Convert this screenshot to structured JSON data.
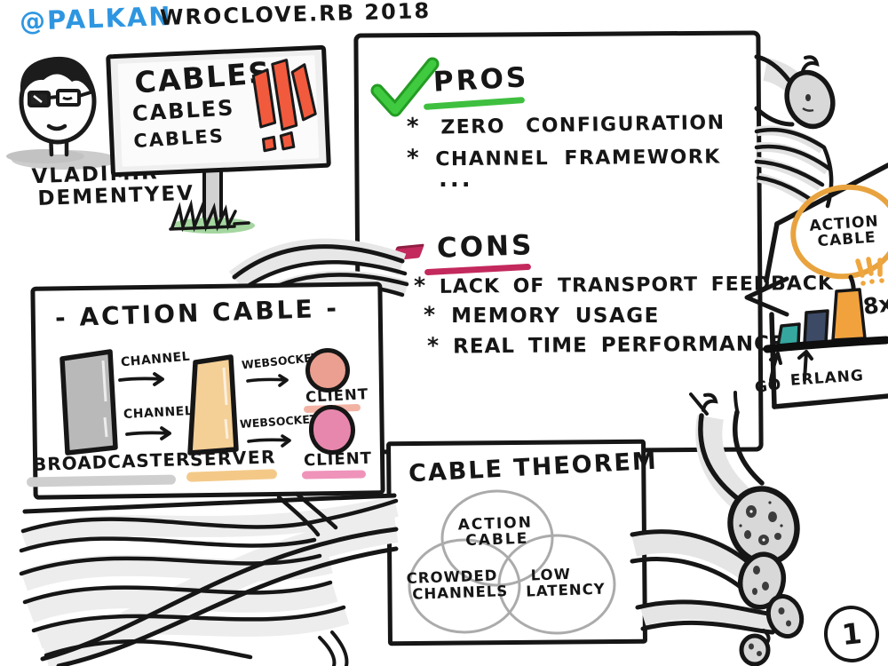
{
  "canvas": {
    "background": "#ffffff",
    "ink": "#161616"
  },
  "header": {
    "handle": "@PALKAN",
    "handle_color": "#2e96e1",
    "title": "WROCLOVE.RB 2018"
  },
  "speaker": {
    "first_name": "VLADIMIR",
    "last_name": "DEMENTYEV"
  },
  "sign": {
    "line1": "CABLES",
    "line2": "CABLES",
    "line3": "CABLES",
    "bars_color": "#f25a3d"
  },
  "pros": {
    "title": "PROS",
    "bullet": "*",
    "items": [
      "ZERO CONFIGURATION",
      "CHANNEL FRAMEWORK"
    ],
    "ellipsis": "...",
    "accent": "#3fbf3f"
  },
  "cons": {
    "title": "CONS",
    "bullet": "*",
    "items": [
      "LACK OF TRANSPORT FEEDBACK",
      "MEMORY USAGE",
      "REAL TIME PERFORMANCE"
    ],
    "accent": "#c3295c"
  },
  "benchmark": {
    "callout_line1": "ACTION",
    "callout_line2": "CABLE",
    "ring_color": "#e8a33f",
    "multiplier": "8x",
    "label_go": "GO",
    "label_erlang": "ERLANG"
  },
  "flow": {
    "title": "- ACTION CABLE -",
    "channel_label_1": "CHANNEL",
    "channel_label_2": "CHANNEL",
    "websocket_label_1": "WEBSOCKET",
    "websocket_label_2": "WEBSOCKET",
    "broadcaster_label": "BROADCASTER",
    "server_label": "SERVER",
    "client_label_1": "CLIENT",
    "client_label_2": "CLIENT",
    "broadcaster_color": "#b9b9b9",
    "server_color": "#f4cf96",
    "client1_color": "#eb9f90",
    "client2_color": "#e887ad"
  },
  "theorem": {
    "title": "CABLE THEOREM",
    "set1_line1": "ACTION",
    "set1_line2": "CABLE",
    "set2_line1": "CROWDED",
    "set2_line2": "CHANNELS",
    "set3_line1": "LOW",
    "set3_line2": "LATENCY"
  },
  "footer": {
    "page_number": "1"
  },
  "chart_data": {
    "type": "bar",
    "title": "ACTION CABLE",
    "categories": [
      "GO",
      "ERLANG",
      "ACTION CABLE"
    ],
    "values": [
      0.4,
      0.6,
      1.0
    ],
    "values_are": "relative bar heights read from the sketch; only annotation shown is 8x on the ACTION CABLE bar",
    "annotation": "8x",
    "colors": [
      "#35a79f",
      "#3c4a66",
      "#f2a23c"
    ],
    "legend_position": "none",
    "grid": false
  }
}
